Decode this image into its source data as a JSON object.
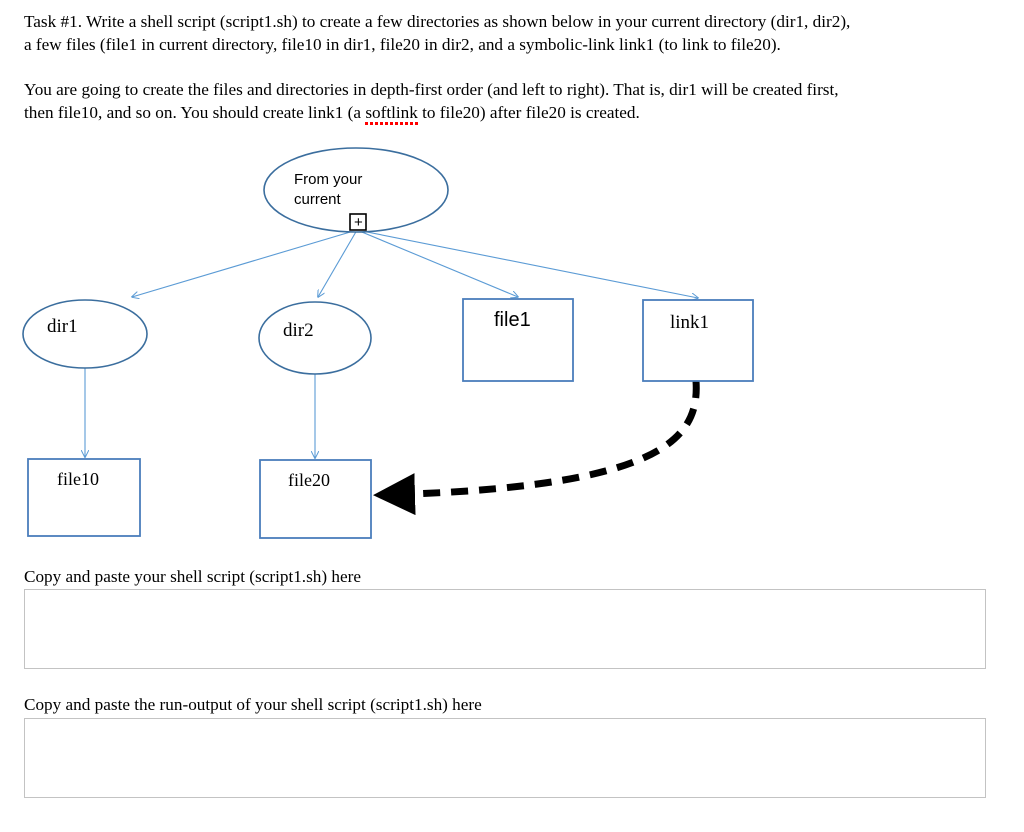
{
  "document": {
    "task_intro_line1": "Task #1. Write a shell script (script1.sh) to create a few directories as shown below in your current directory (dir1, dir2),",
    "task_intro_line2": "a few files (file1 in current directory, file10 in dir1, file20 in dir2, and a symbolic-link link1 (to link to file20).",
    "task_order_line1_pre": "You are going to create the files and directories in depth-first order (and left to right). That is, dir1 will be created first,",
    "task_order_line2_pre": "then file10, and so on. You should create link1 (a ",
    "task_order_misspelled": "softlink",
    "task_order_line2_post": " to file20) after file20 is created."
  },
  "diagram": {
    "title": "directory-tree-diagram",
    "root": {
      "label_line1": "From your",
      "label_line2": "current",
      "expander_glyph": "+",
      "shape": "ellipse"
    },
    "nodes": [
      {
        "id": "dir1",
        "label": "dir1",
        "shape": "ellipse"
      },
      {
        "id": "dir2",
        "label": "dir2",
        "shape": "ellipse"
      },
      {
        "id": "file1",
        "label": "file1",
        "shape": "rectangle"
      },
      {
        "id": "link1",
        "label": "link1",
        "shape": "rectangle"
      },
      {
        "id": "file10",
        "label": "file10",
        "shape": "rectangle"
      },
      {
        "id": "file20",
        "label": "file20",
        "shape": "rectangle"
      }
    ],
    "edges": [
      {
        "from": "root",
        "to": "dir1",
        "style": "solid-thin-blue"
      },
      {
        "from": "root",
        "to": "dir2",
        "style": "solid-thin-blue"
      },
      {
        "from": "root",
        "to": "file1",
        "style": "solid-thin-blue"
      },
      {
        "from": "root",
        "to": "link1",
        "style": "solid-thin-blue"
      },
      {
        "from": "dir1",
        "to": "file10",
        "style": "solid-thin-blue"
      },
      {
        "from": "dir2",
        "to": "file20",
        "style": "solid-thin-blue"
      },
      {
        "from": "link1",
        "to": "file20",
        "style": "dashed-thick-black-curve"
      }
    ],
    "colors": {
      "node_stroke": "#4A7EBB",
      "ellipse_stroke": "#3B6E9E",
      "edge_stroke": "#5B9BD5",
      "symlink_stroke": "#000000",
      "node_fill": "#FFFFFF"
    }
  },
  "answers": {
    "script_label": "Copy and paste your shell script (script1.sh) here",
    "script_value": "",
    "script_placeholder": "",
    "output_label": "Copy and paste the run-output of your shell script (script1.sh) here",
    "output_value": "",
    "output_placeholder": ""
  }
}
